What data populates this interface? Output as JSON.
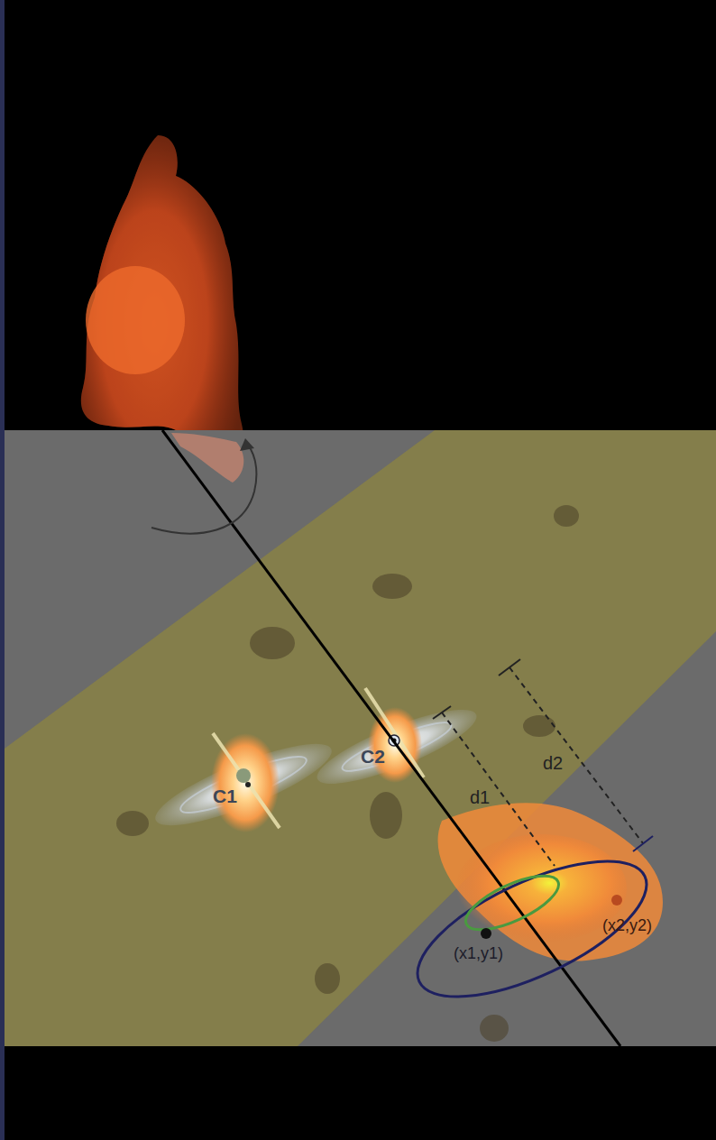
{
  "diagram": {
    "labels": [
      "C1",
      "C2",
      "d1",
      "d2",
      "(x1,y1)",
      "(x2,y2)"
    ]
  }
}
